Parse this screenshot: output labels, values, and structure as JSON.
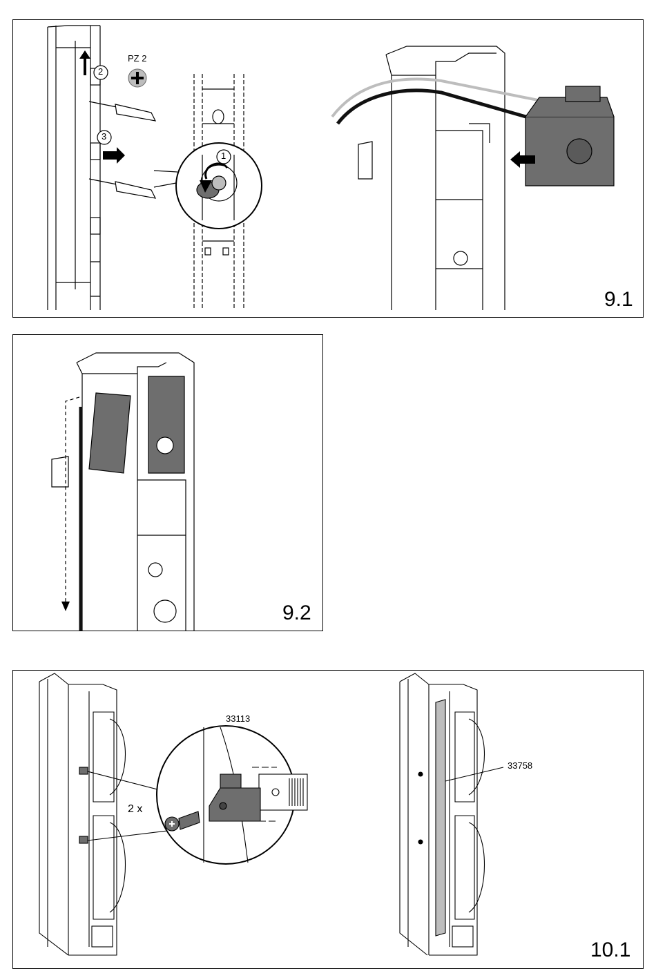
{
  "panel_1": {
    "screw_type": "PZ 2",
    "callouts": [
      "1",
      "2",
      "3"
    ],
    "step": "9.1"
  },
  "panel_2": {
    "step": "9.2"
  },
  "panel_3": {
    "part_bracket": "33113",
    "quantity": "2 x",
    "part_rail": "33758",
    "step": "10.1"
  },
  "colors": {
    "line": "#000000",
    "part_fill": "#6e6e6e",
    "light_fill": "#bdbdbd",
    "background": "#ffffff"
  },
  "icons": [
    "phillips-screw-icon",
    "up-arrow-icon",
    "right-arrow-icon",
    "left-arrow-icon",
    "rotate-arrow-icon",
    "down-dashed-arrow-icon"
  ]
}
